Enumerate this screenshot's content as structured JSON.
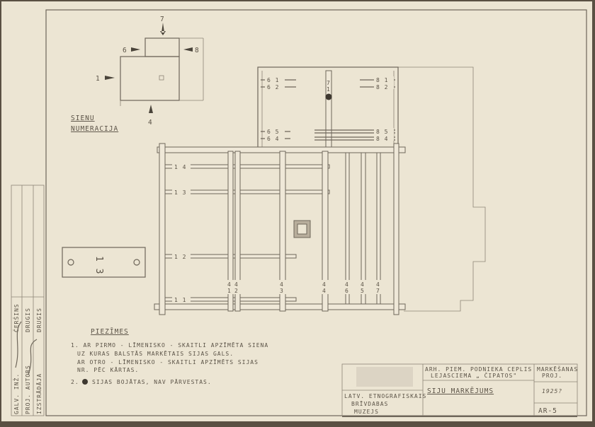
{
  "wall_numbering": {
    "title_line1": "SIENU",
    "title_line2": "NUMERACIJA",
    "walls": [
      "1",
      "4",
      "6",
      "7",
      "8"
    ]
  },
  "plan": {
    "upper_labels": {
      "left_top": [
        "6 1",
        "6 2"
      ],
      "left_bottom": [
        "6 5",
        "6 4"
      ],
      "right_top": [
        "8 1",
        "8 2"
      ],
      "right_bottom": [
        "8 5",
        "8 4"
      ],
      "center": [
        "7",
        "1"
      ]
    },
    "horizontal_beams": [
      "1 4",
      "1 3",
      "1 2",
      "1 1"
    ],
    "vertical_beams": [
      [
        "4",
        "1"
      ],
      [
        "4",
        "2"
      ],
      [
        "4",
        "3"
      ],
      [
        "4",
        "4"
      ],
      [
        "4",
        "6"
      ],
      [
        "4",
        "5"
      ],
      [
        "4",
        "7"
      ]
    ]
  },
  "legend_box": {
    "label": "1 3"
  },
  "notes": {
    "title": "PIEZĪMES",
    "item1_line1": "1. AR PIRMO - LĪMENISKO - SKAITLI APZĪMĒTA SIENA",
    "item1_line2": "UZ KURAS BALSTĀS MARKĒTAIS SIJAS GALS.",
    "item1_line3": "AR OTRO - LĪMENISKO - SKAITLI APZĪMĒTS SIJAS",
    "item1_line4": "NR. PĒC KĀRTAS.",
    "item2": "SIJAS BOJĀTAS, NAV PĀRVESTAS."
  },
  "title_block": {
    "museum_line1": "LATV. ETNOGRAFISKAIS",
    "museum_line2": "BRĪVDABAS",
    "museum_line3": "MUZEJS",
    "object_line1": "ARH. PIEM. PODNIEKA CEPLIS",
    "object_line2": "LEJASCIEMA „ ČIPATOS\"",
    "drawing_title": "SIJU MARKĒJUMS",
    "project_label_line1": "MARKĒŠANAS",
    "project_label_line2": "PROJ.",
    "year": "1925?",
    "sheet_code": "AR-5"
  },
  "side_strip": {
    "row1_label": "GALV. INŽ.",
    "row1_name": "ČERŠINS",
    "row2_label": "PROJ. AUTORS",
    "row2_name": "DRUGIS",
    "row3_label": "IZSTRĀDĀJA",
    "row3_name": "DRUGIS"
  },
  "colors": {
    "paper": "#ece5d3",
    "ink": "#5b5347"
  }
}
